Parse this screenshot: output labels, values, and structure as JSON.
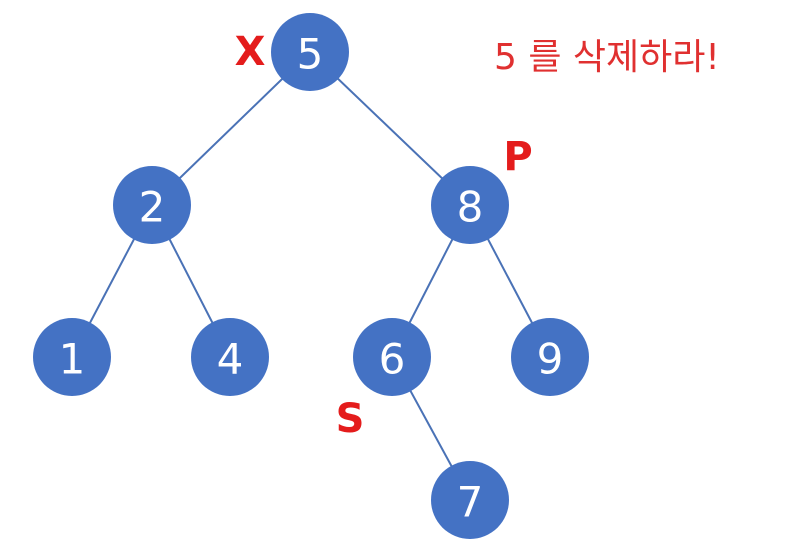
{
  "instruction": "5 를 삭제하라!",
  "colors": {
    "node": "#4472c4",
    "edge": "#4a72b6",
    "marker": "#e41c1c",
    "instruction": "#e03030"
  },
  "tree": {
    "nodes": [
      {
        "id": "n5",
        "label": "5"
      },
      {
        "id": "n2",
        "label": "2"
      },
      {
        "id": "n8",
        "label": "8"
      },
      {
        "id": "n1",
        "label": "1"
      },
      {
        "id": "n4",
        "label": "4"
      },
      {
        "id": "n6",
        "label": "6"
      },
      {
        "id": "n9",
        "label": "9"
      },
      {
        "id": "n7",
        "label": "7"
      }
    ],
    "edges": [
      [
        "n5",
        "n2"
      ],
      [
        "n5",
        "n8"
      ],
      [
        "n2",
        "n1"
      ],
      [
        "n2",
        "n4"
      ],
      [
        "n8",
        "n6"
      ],
      [
        "n8",
        "n9"
      ],
      [
        "n6",
        "n7"
      ]
    ],
    "markers": [
      {
        "id": "mX",
        "node": "n5",
        "label": "X"
      },
      {
        "id": "mP",
        "node": "n8",
        "label": "P"
      },
      {
        "id": "mS",
        "node": "n6",
        "label": "S"
      }
    ]
  }
}
